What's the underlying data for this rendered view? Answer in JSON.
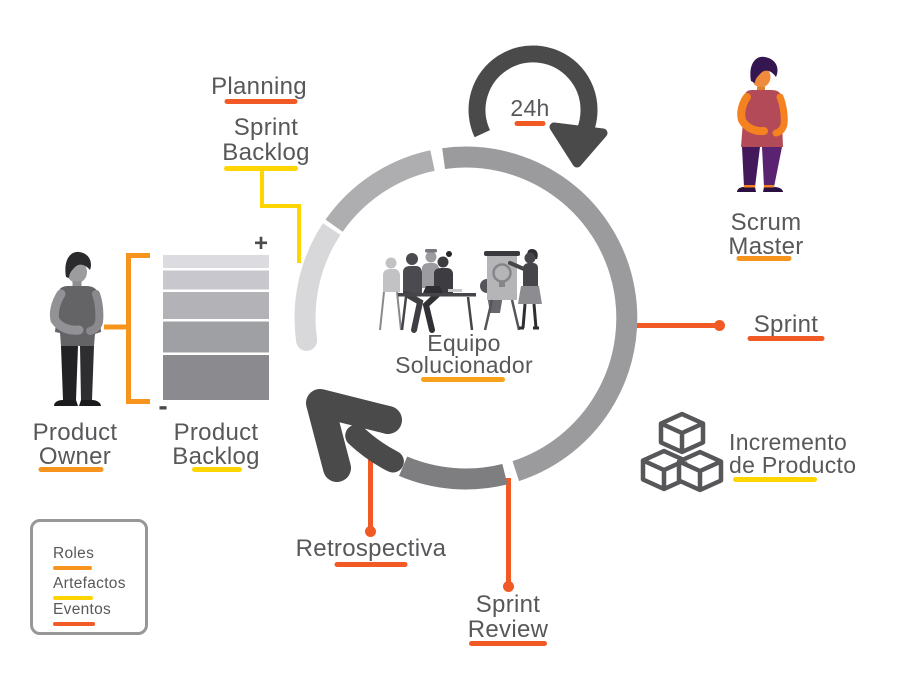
{
  "colors": {
    "orange": "#F7941E",
    "yellow": "#FFD500",
    "orangered": "#F15A24",
    "amber": "#F9A11B",
    "text": "#58585B"
  },
  "labels": {
    "planning": "Planning",
    "sprint_backlog_1": "Sprint",
    "sprint_backlog_2": "Backlog",
    "clock": "24h",
    "scrum_master_1": "Scrum",
    "scrum_master_2": "Master",
    "sprint": "Sprint",
    "equipo_1": "Equipo",
    "equipo_2": "Solucionador",
    "incremento_1": "Incremento",
    "incremento_2": "de Producto",
    "sprint_review_1": "Sprint",
    "sprint_review_2": "Review",
    "retrospectiva": "Retrospectiva",
    "product_owner_1": "Product",
    "product_owner_2": "Owner",
    "product_backlog_1": "Product",
    "product_backlog_2": "Backlog",
    "plus": "+",
    "minus": "-"
  },
  "legend": {
    "items": [
      {
        "label": "Roles",
        "color": "#F7941E"
      },
      {
        "label": "Artefactos",
        "color": "#FFD500"
      },
      {
        "label": "Eventos",
        "color": "#F15A24"
      }
    ]
  }
}
